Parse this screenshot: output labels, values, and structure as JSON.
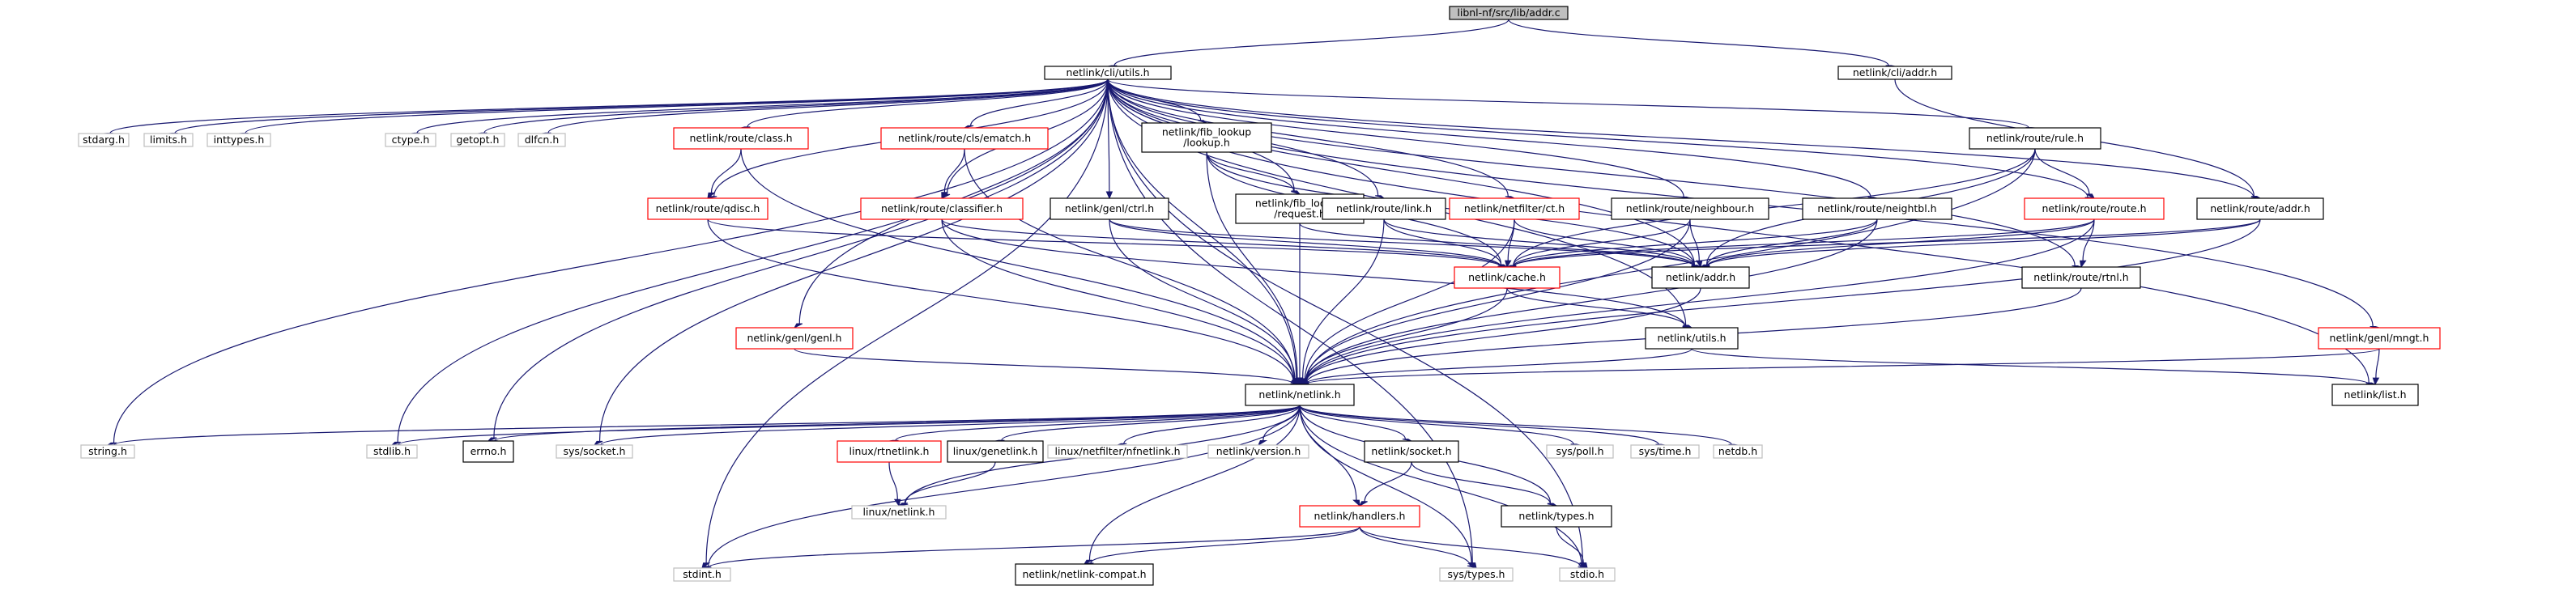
{
  "colors": {
    "edge": "#191970",
    "root_fill": "#bfbfbf",
    "box_border": "#000000",
    "ref_border": "#ff0000",
    "sys_border": "#bfbfbf"
  },
  "nodes": [
    {
      "id": "root",
      "label": [
        "libnl-nf/src/lib/addr.c"
      ],
      "style": "root"
    },
    {
      "id": "utils_cli",
      "label": [
        "netlink/cli/utils.h"
      ],
      "style": "box"
    },
    {
      "id": "cli_addr",
      "label": [
        "netlink/cli/addr.h"
      ],
      "style": "box"
    },
    {
      "id": "stdarg",
      "label": [
        "stdarg.h"
      ],
      "style": "sys"
    },
    {
      "id": "limits",
      "label": [
        "limits.h"
      ],
      "style": "sys"
    },
    {
      "id": "inttypes",
      "label": [
        "inttypes.h"
      ],
      "style": "sys"
    },
    {
      "id": "ctype",
      "label": [
        "ctype.h"
      ],
      "style": "sys"
    },
    {
      "id": "getopt",
      "label": [
        "getopt.h"
      ],
      "style": "sys"
    },
    {
      "id": "dlfcn",
      "label": [
        "dlfcn.h"
      ],
      "style": "sys"
    },
    {
      "id": "class",
      "label": [
        "netlink/route/class.h"
      ],
      "style": "ref"
    },
    {
      "id": "ematch",
      "label": [
        "netlink/route/cls/ematch.h"
      ],
      "style": "ref"
    },
    {
      "id": "fib_lookup",
      "label": [
        "netlink/fib_lookup",
        "/lookup.h"
      ],
      "style": "box"
    },
    {
      "id": "rule",
      "label": [
        "netlink/route/rule.h"
      ],
      "style": "box"
    },
    {
      "id": "qdisc",
      "label": [
        "netlink/route/qdisc.h"
      ],
      "style": "ref"
    },
    {
      "id": "classifier",
      "label": [
        "netlink/route/classifier.h"
      ],
      "style": "ref"
    },
    {
      "id": "ctrl",
      "label": [
        "netlink/genl/ctrl.h"
      ],
      "style": "box"
    },
    {
      "id": "fib_request",
      "label": [
        "netlink/fib_lookup",
        "/request.h"
      ],
      "style": "box"
    },
    {
      "id": "link",
      "label": [
        "netlink/route/link.h"
      ],
      "style": "box"
    },
    {
      "id": "ct",
      "label": [
        "netlink/netfilter/ct.h"
      ],
      "style": "ref"
    },
    {
      "id": "neighbour",
      "label": [
        "netlink/route/neighbour.h"
      ],
      "style": "box"
    },
    {
      "id": "neightbl",
      "label": [
        "netlink/route/neightbl.h"
      ],
      "style": "box"
    },
    {
      "id": "route",
      "label": [
        "netlink/route/route.h"
      ],
      "style": "ref"
    },
    {
      "id": "route_addr",
      "label": [
        "netlink/route/addr.h"
      ],
      "style": "box"
    },
    {
      "id": "cache",
      "label": [
        "netlink/cache.h"
      ],
      "style": "ref"
    },
    {
      "id": "addr",
      "label": [
        "netlink/addr.h"
      ],
      "style": "box"
    },
    {
      "id": "rtnl",
      "label": [
        "netlink/route/rtnl.h"
      ],
      "style": "box"
    },
    {
      "id": "genl",
      "label": [
        "netlink/genl/genl.h"
      ],
      "style": "ref"
    },
    {
      "id": "nl_utils",
      "label": [
        "netlink/utils.h"
      ],
      "style": "box"
    },
    {
      "id": "mngt",
      "label": [
        "netlink/genl/mngt.h"
      ],
      "style": "ref"
    },
    {
      "id": "netlink",
      "label": [
        "netlink/netlink.h"
      ],
      "style": "box"
    },
    {
      "id": "list",
      "label": [
        "netlink/list.h"
      ],
      "style": "box"
    },
    {
      "id": "string",
      "label": [
        "string.h"
      ],
      "style": "sys"
    },
    {
      "id": "stdlib",
      "label": [
        "stdlib.h"
      ],
      "style": "sys"
    },
    {
      "id": "errno",
      "label": [
        "errno.h"
      ],
      "style": "box"
    },
    {
      "id": "sys_socket",
      "label": [
        "sys/socket.h"
      ],
      "style": "sys"
    },
    {
      "id": "linux_rtnetlink",
      "label": [
        "linux/rtnetlink.h"
      ],
      "style": "ref"
    },
    {
      "id": "linux_genetlink",
      "label": [
        "linux/genetlink.h"
      ],
      "style": "box"
    },
    {
      "id": "nfnetlink",
      "label": [
        "linux/netfilter/nfnetlink.h"
      ],
      "style": "sys"
    },
    {
      "id": "version",
      "label": [
        "netlink/version.h"
      ],
      "style": "sys"
    },
    {
      "id": "nl_socket",
      "label": [
        "netlink/socket.h"
      ],
      "style": "box"
    },
    {
      "id": "sys_poll",
      "label": [
        "sys/poll.h"
      ],
      "style": "sys"
    },
    {
      "id": "sys_time",
      "label": [
        "sys/time.h"
      ],
      "style": "sys"
    },
    {
      "id": "netdb",
      "label": [
        "netdb.h"
      ],
      "style": "sys"
    },
    {
      "id": "linux_netlink",
      "label": [
        "linux/netlink.h"
      ],
      "style": "sys"
    },
    {
      "id": "handlers",
      "label": [
        "netlink/handlers.h"
      ],
      "style": "ref"
    },
    {
      "id": "nl_types",
      "label": [
        "netlink/types.h"
      ],
      "style": "box"
    },
    {
      "id": "stdint",
      "label": [
        "stdint.h"
      ],
      "style": "sys"
    },
    {
      "id": "compat",
      "label": [
        "netlink/netlink-compat.h"
      ],
      "style": "box"
    },
    {
      "id": "sys_types",
      "label": [
        "sys/types.h"
      ],
      "style": "sys"
    },
    {
      "id": "stdio",
      "label": [
        "stdio.h"
      ],
      "style": "sys"
    }
  ],
  "edges": [
    [
      "root",
      "utils_cli"
    ],
    [
      "root",
      "cli_addr"
    ],
    [
      "utils_cli",
      "stdarg"
    ],
    [
      "utils_cli",
      "limits"
    ],
    [
      "utils_cli",
      "inttypes"
    ],
    [
      "utils_cli",
      "ctype"
    ],
    [
      "utils_cli",
      "getopt"
    ],
    [
      "utils_cli",
      "dlfcn"
    ],
    [
      "utils_cli",
      "class"
    ],
    [
      "utils_cli",
      "ematch"
    ],
    [
      "utils_cli",
      "fib_lookup"
    ],
    [
      "utils_cli",
      "rule"
    ],
    [
      "utils_cli",
      "qdisc"
    ],
    [
      "utils_cli",
      "classifier"
    ],
    [
      "utils_cli",
      "ctrl"
    ],
    [
      "utils_cli",
      "fib_request"
    ],
    [
      "utils_cli",
      "link"
    ],
    [
      "utils_cli",
      "ct"
    ],
    [
      "utils_cli",
      "neighbour"
    ],
    [
      "utils_cli",
      "neightbl"
    ],
    [
      "utils_cli",
      "route"
    ],
    [
      "utils_cli",
      "route_addr"
    ],
    [
      "utils_cli",
      "addr"
    ],
    [
      "utils_cli",
      "rtnl"
    ],
    [
      "utils_cli",
      "genl"
    ],
    [
      "utils_cli",
      "nl_utils"
    ],
    [
      "utils_cli",
      "mngt"
    ],
    [
      "utils_cli",
      "netlink"
    ],
    [
      "utils_cli",
      "list"
    ],
    [
      "utils_cli",
      "string"
    ],
    [
      "utils_cli",
      "stdlib"
    ],
    [
      "utils_cli",
      "errno"
    ],
    [
      "utils_cli",
      "sys_socket"
    ],
    [
      "utils_cli",
      "stdint"
    ],
    [
      "utils_cli",
      "sys_types"
    ],
    [
      "utils_cli",
      "stdio"
    ],
    [
      "cli_addr",
      "route_addr"
    ],
    [
      "class",
      "qdisc"
    ],
    [
      "class",
      "netlink"
    ],
    [
      "ematch",
      "classifier"
    ],
    [
      "ematch",
      "netlink"
    ],
    [
      "fib_lookup",
      "fib_request"
    ],
    [
      "fib_lookup",
      "netlink"
    ],
    [
      "fib_lookup",
      "cache"
    ],
    [
      "fib_lookup",
      "addr"
    ],
    [
      "rule",
      "cache"
    ],
    [
      "rule",
      "addr"
    ],
    [
      "rule",
      "route"
    ],
    [
      "rule",
      "netlink"
    ],
    [
      "qdisc",
      "cache"
    ],
    [
      "qdisc",
      "netlink"
    ],
    [
      "classifier",
      "cache"
    ],
    [
      "classifier",
      "nl_utils"
    ],
    [
      "classifier",
      "netlink"
    ],
    [
      "ctrl",
      "cache"
    ],
    [
      "ctrl",
      "addr"
    ],
    [
      "ctrl",
      "netlink"
    ],
    [
      "fib_request",
      "addr"
    ],
    [
      "fib_request",
      "netlink"
    ],
    [
      "link",
      "cache"
    ],
    [
      "link",
      "addr"
    ],
    [
      "link",
      "netlink"
    ],
    [
      "ct",
      "cache"
    ],
    [
      "ct",
      "addr"
    ],
    [
      "ct",
      "netlink"
    ],
    [
      "neighbour",
      "cache"
    ],
    [
      "neighbour",
      "addr"
    ],
    [
      "neighbour",
      "netlink"
    ],
    [
      "neightbl",
      "cache"
    ],
    [
      "neightbl",
      "addr"
    ],
    [
      "neightbl",
      "netlink"
    ],
    [
      "route",
      "cache"
    ],
    [
      "route",
      "addr"
    ],
    [
      "route",
      "rtnl"
    ],
    [
      "route",
      "netlink"
    ],
    [
      "route_addr",
      "cache"
    ],
    [
      "route_addr",
      "addr"
    ],
    [
      "route_addr",
      "netlink"
    ],
    [
      "cache",
      "nl_utils"
    ],
    [
      "cache",
      "netlink"
    ],
    [
      "addr",
      "netlink"
    ],
    [
      "rtnl",
      "netlink"
    ],
    [
      "genl",
      "netlink"
    ],
    [
      "nl_utils",
      "netlink"
    ],
    [
      "nl_utils",
      "list"
    ],
    [
      "mngt",
      "list"
    ],
    [
      "mngt",
      "netlink"
    ],
    [
      "netlink",
      "string"
    ],
    [
      "netlink",
      "stdlib"
    ],
    [
      "netlink",
      "errno"
    ],
    [
      "netlink",
      "sys_socket"
    ],
    [
      "netlink",
      "linux_rtnetlink"
    ],
    [
      "netlink",
      "linux_genetlink"
    ],
    [
      "netlink",
      "nfnetlink"
    ],
    [
      "netlink",
      "version"
    ],
    [
      "netlink",
      "nl_socket"
    ],
    [
      "netlink",
      "sys_poll"
    ],
    [
      "netlink",
      "sys_time"
    ],
    [
      "netlink",
      "netdb"
    ],
    [
      "netlink",
      "linux_netlink"
    ],
    [
      "netlink",
      "handlers"
    ],
    [
      "netlink",
      "nl_types"
    ],
    [
      "netlink",
      "stdint"
    ],
    [
      "netlink",
      "compat"
    ],
    [
      "netlink",
      "sys_types"
    ],
    [
      "netlink",
      "stdio"
    ],
    [
      "linux_rtnetlink",
      "linux_netlink"
    ],
    [
      "linux_genetlink",
      "linux_netlink"
    ],
    [
      "nl_socket",
      "handlers"
    ],
    [
      "nl_socket",
      "nl_types"
    ],
    [
      "handlers",
      "stdint"
    ],
    [
      "handlers",
      "compat"
    ],
    [
      "handlers",
      "sys_types"
    ],
    [
      "handlers",
      "stdio"
    ],
    [
      "nl_types",
      "stdio"
    ]
  ]
}
